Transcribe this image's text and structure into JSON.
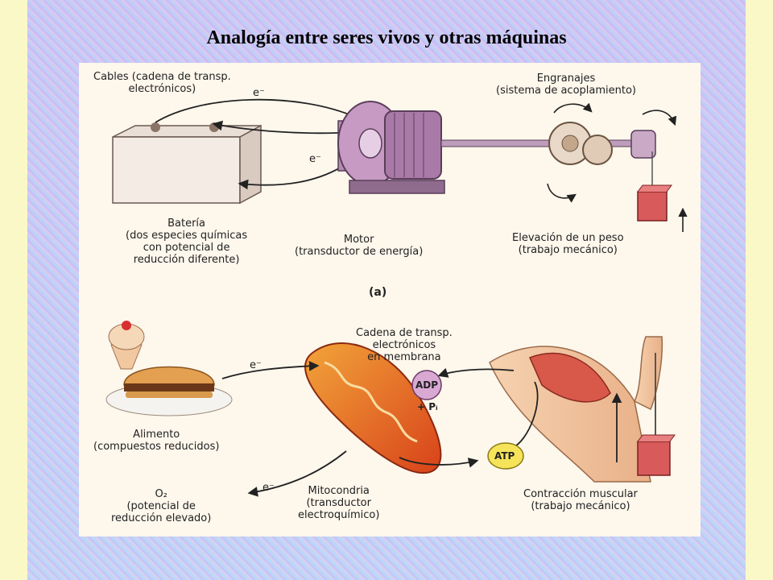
{
  "title": "Analogía entre seres vivos y otras máquinas",
  "panel_a": {
    "cables": [
      "Cables (cadena de transp.",
      "electrónicos)"
    ],
    "engranajes": [
      "Engranajes",
      "(sistema de acoplamiento)"
    ],
    "bateria": [
      "Batería",
      "(dos especies químicas",
      "con potencial de",
      "reducción diferente)"
    ],
    "motor": [
      "Motor",
      "(transductor de energía)"
    ],
    "elevacion": [
      "Elevación de un peso",
      "(trabajo mecánico)"
    ],
    "electron_top": "e⁻",
    "electron_bottom": "e⁻",
    "sublabel": "(a)"
  },
  "panel_b": {
    "cadena": [
      "Cadena de transp.",
      "electrónicos",
      "en membrana"
    ],
    "alimento": [
      "Alimento",
      "(compuestos reducidos)"
    ],
    "o2": [
      "O₂",
      "(potencial de",
      "reducción elevado)"
    ],
    "mitocondria": [
      "Mitocondria",
      "(transductor",
      "electroquímico)"
    ],
    "contraccion": [
      "Contracción muscular",
      "(trabajo mecánico)"
    ],
    "adp": "ADP",
    "pi": "+ Pᵢ",
    "atp": "ATP",
    "electron_food": "e⁻",
    "electron_o2": "e⁻"
  }
}
